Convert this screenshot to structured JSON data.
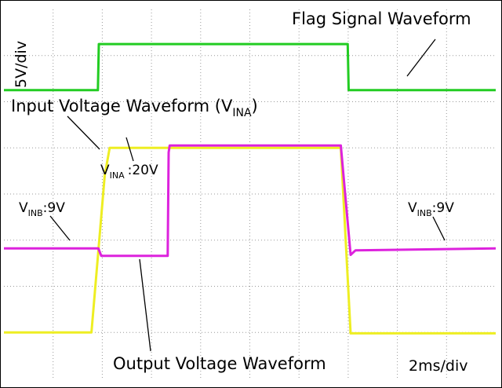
{
  "chart_data": {
    "type": "line",
    "title": "",
    "x_unit": "div",
    "y_unit": "div",
    "xlim": [
      0,
      10
    ],
    "ylim": [
      0,
      8
    ],
    "grid": true,
    "scales": {
      "vertical": "5V/div",
      "horizontal": "2ms/div"
    },
    "annotations": {
      "flag": "Flag Signal Waveform",
      "input_prefix": "Input Voltage Waveform (V",
      "input_sub": "INA",
      "input_suffix": ")",
      "vina_main": "V",
      "vina_sub": "INA",
      "vina_value": ":20V",
      "vinb_left_main": "V",
      "vinb_left_sub": "INB",
      "vinb_left_value": ":9V",
      "vinb_right_main": "V",
      "vinb_right_sub": "INB",
      "vinb_right_value": ":9V",
      "output": "Output Voltage Waveform"
    },
    "series": [
      {
        "name": "Flag Signal Waveform",
        "color": "#22cc22",
        "x": [
          0,
          1.91,
          1.93,
          6.99,
          7.01,
          10
        ],
        "y": [
          6.25,
          6.25,
          7.25,
          7.25,
          6.25,
          6.25
        ]
      },
      {
        "name": "Input Voltage Waveform (VINA)",
        "color": "#eeee22",
        "x": [
          0,
          1.78,
          2.05,
          2.15,
          6.85,
          7.05,
          7.15,
          10
        ],
        "y": [
          1.0,
          1.0,
          4.4,
          5.0,
          5.0,
          0.98,
          0.98,
          0.98
        ]
      },
      {
        "name": "Output Voltage Waveform",
        "color": "#dd22dd",
        "x": [
          0,
          1.92,
          1.98,
          3.33,
          3.35,
          3.37,
          6.85,
          7.05,
          7.15,
          10
        ],
        "y": [
          2.82,
          2.82,
          2.66,
          2.66,
          4.9,
          5.05,
          5.05,
          2.68,
          2.78,
          2.82
        ]
      }
    ]
  }
}
